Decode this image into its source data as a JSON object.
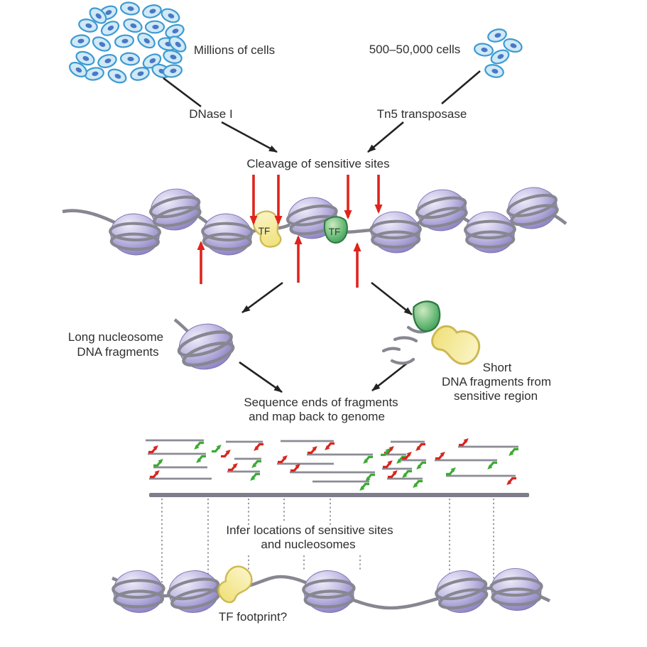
{
  "figure": {
    "description": "Workflow diagram comparing DNase I and Tn5 transposase chromatin accessibility assays"
  },
  "labels": {
    "millions_cells": "Millions of cells",
    "few_cells": "500–50,000 cells",
    "dnase": "DNase I",
    "tn5": "Tn5 transposase",
    "cleavage": "Cleavage of sensitive sites",
    "long_fragments": [
      "Long nucleosome",
      "DNA fragments"
    ],
    "short_fragments": [
      "Short",
      "DNA fragments from",
      "sensitive region"
    ],
    "sequence": [
      "Sequence ends of fragments",
      "and map back to genome"
    ],
    "infer": [
      "Infer locations of sensitive sites",
      "and nucleosomes"
    ],
    "tf": "TF",
    "tf_footprint": "TF footprint?"
  },
  "colors": {
    "background": "#ffffff",
    "text": "#2f2f2f",
    "cell_fill": "#cfe9f7",
    "cell_stroke": "#3e9ad0",
    "cell_nucleus": "#4a78c4",
    "nucleosome": "#a89fd6",
    "nucleosome_dark": "#8a80c0",
    "dna_strand": "#878791",
    "tf_yellow": "#f5eda0",
    "tf_yellow_stroke": "#cdb952",
    "tf_green": "#5cb26e",
    "tf_green_stroke": "#2d7a43",
    "cleavage_arrow_red": "#e0241c",
    "read_red": "#d9251d",
    "read_green": "#3daa35",
    "genome_bar": "#7d7d8b"
  }
}
